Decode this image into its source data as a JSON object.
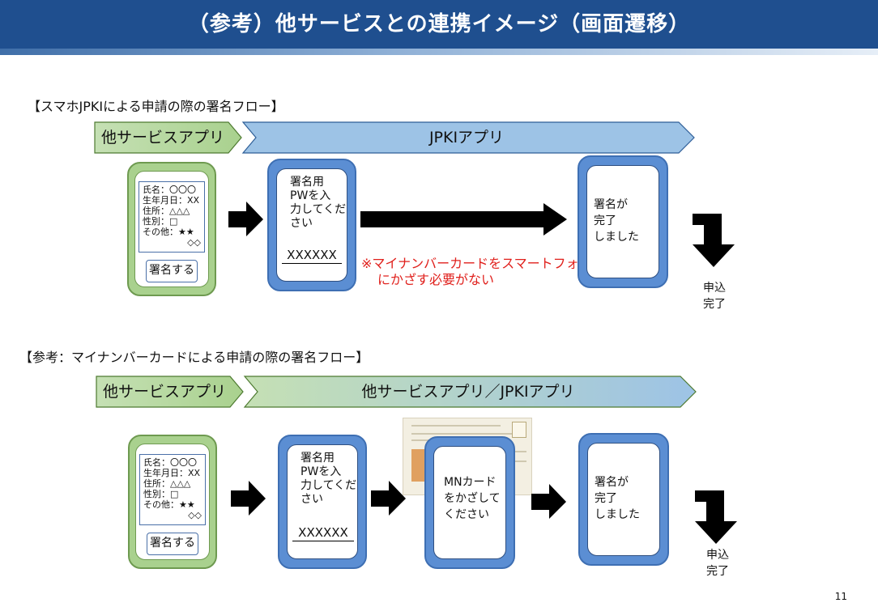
{
  "header": {
    "title": "（参考）他サービスとの連携イメージ（画面遷移）"
  },
  "flow1": {
    "section_title": "【スマホJPKIによる申請の際の署名フロー】",
    "banner_left": "他サービスアプリ",
    "banner_right": "JPKIアプリ",
    "form": {
      "lines": [
        "氏名：〇〇〇",
        "生年月日：XX",
        "住所：△△△",
        "性別：□",
        "その他：★★",
        "◇◇"
      ],
      "button": "署名する"
    },
    "pw_prompt": [
      "署名用",
      "PWを入",
      "力してくだ",
      "さい"
    ],
    "pw_value": "XXXXXX",
    "note": [
      "※マイナンバーカードをスマートフォン",
      "にかざす必要がない"
    ],
    "done": [
      "署名が",
      "完了",
      "しました"
    ],
    "result": [
      "申込",
      "完了"
    ]
  },
  "flow2": {
    "section_title": "【参考：マイナンバーカードによる申請の際の署名フロー】",
    "banner_left": "他サービスアプリ",
    "banner_right": "他サービスアプリ／JPKIアプリ",
    "form": {
      "lines": [
        "氏名：〇〇〇",
        "生年月日：XX",
        "住所：△△△",
        "性別：□",
        "その他：★★",
        "◇◇"
      ],
      "button": "署名する"
    },
    "pw_prompt": [
      "署名用",
      "PWを入",
      "力してくだ",
      "さい"
    ],
    "pw_value": "XXXXXX",
    "card_prompt": [
      "MNカード",
      "をかざして",
      "ください"
    ],
    "done": [
      "署名が",
      "完了",
      "しました"
    ],
    "result": [
      "申込",
      "完了"
    ]
  },
  "footer": {
    "page_number": "11"
  }
}
